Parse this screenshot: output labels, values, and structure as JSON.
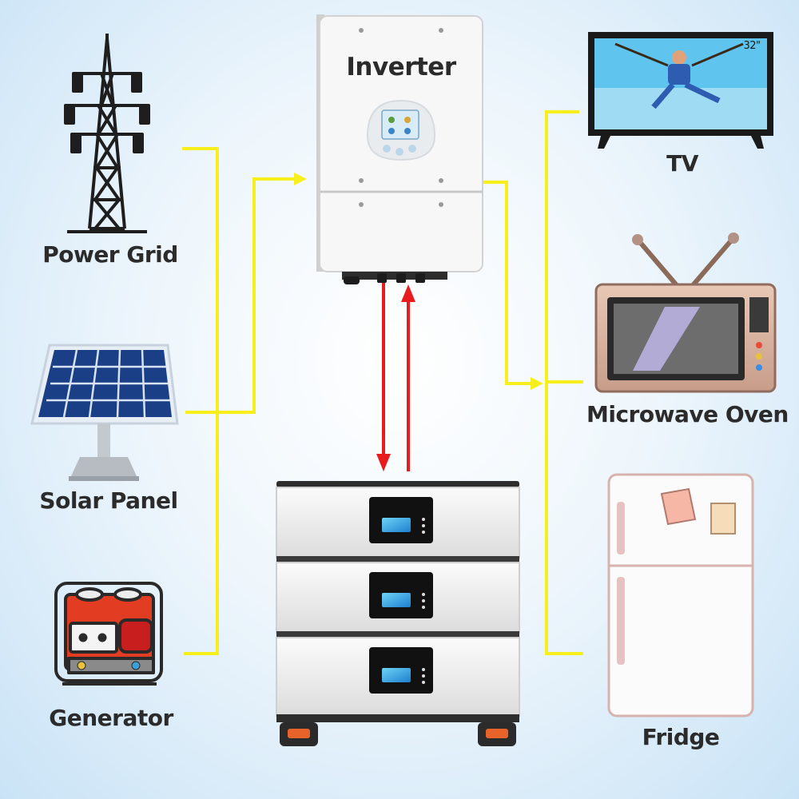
{
  "labels": {
    "inverter": "Inverter",
    "power_grid": "Power Grid",
    "solar_panel": "Solar Panel",
    "generator": "Generator",
    "tv": "TV",
    "tv_size": "32\"",
    "microwave_oven": "Microwave Oven",
    "fridge": "Fridge"
  },
  "colors": {
    "wire": "#f7ef1c",
    "battery_flow": "#e81c1c",
    "label_text": "#2b2b2b",
    "background": "#d9ecf9"
  }
}
